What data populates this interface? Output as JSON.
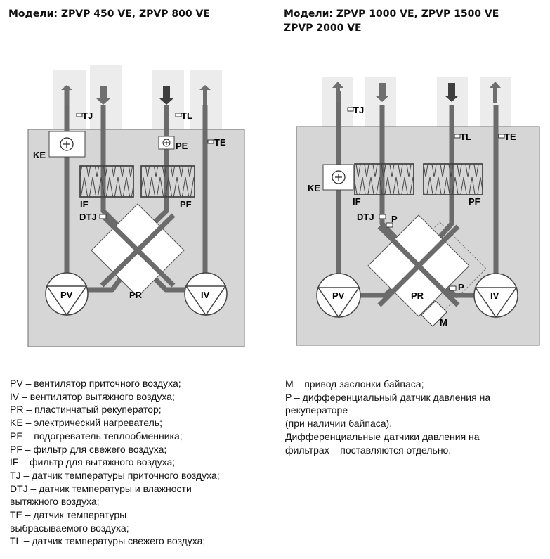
{
  "titles": {
    "left": "Модели: ZPVP 450 VE, ZPVP 800 VE",
    "right": "Модели: ZPVP 1000 VE, ZPVP 1500 VE\nZPVP 2000 VE"
  },
  "diagram_labels": {
    "tj": "TJ",
    "tl": "TL",
    "te": "TE",
    "ke": "KE",
    "pe": "PE",
    "if": "IF",
    "pf": "PF",
    "dtj": "DTJ",
    "pv": "PV",
    "pr": "PR",
    "iv": "IV",
    "p": "P",
    "m": "M"
  },
  "legend_left": [
    "PV – вентилятор приточного воздуха;",
    "IV – вентилятор вытяжного воздуха;",
    "PR – пластинчатый рекуператор;",
    "KE – электрический нагреватель;",
    "PE – подогреватель теплообменника;",
    "PF – фильтр для свежего воздуха;",
    "IF – фильтр для вытяжного воздуха;",
    "TJ – датчик температуры приточного воздуха;",
    "DTJ – датчик температуры и влажности\nвытяжного воздуха;",
    "TE – датчик температуры\nвыбрасываемого воздуха;",
    "TL – датчик температуры свежего воздуха;"
  ],
  "legend_right": [
    "M – привод заслонки байпаса;",
    "P – дифференциальный датчик давления на\nрекуператоре\n(при наличии байпаса).",
    "Дифференциальные датчики давления на\nфильтрах – поставляются отдельно."
  ],
  "colors": {
    "housing": "#d6d6d6",
    "housing_border": "#6e6e6e",
    "duct": "#ececec",
    "pipe": "#6b6b6b",
    "arrow": "#6f6f6f",
    "arrow_dark": "#3e3e3e"
  }
}
